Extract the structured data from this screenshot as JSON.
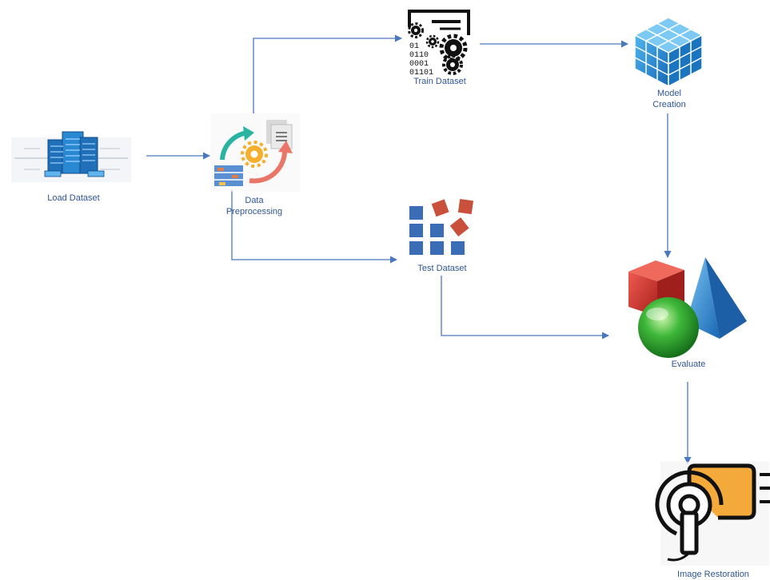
{
  "nodes": {
    "load_dataset": {
      "label": "Load Dataset"
    },
    "data_preprocessing": {
      "label": "Data\nPreprocessing"
    },
    "train_dataset": {
      "label": "Train Dataset",
      "binary_lines": [
        "01",
        "0110",
        "0001",
        "01101"
      ]
    },
    "test_dataset": {
      "label": "Test Dataset"
    },
    "model_creation": {
      "label": "Model\nCreation"
    },
    "evaluate": {
      "label": "Evaluate"
    },
    "image_restoration": {
      "label": "Image Restoration"
    }
  },
  "colors": {
    "arrow": "#4a78bf",
    "label": "#2f5597",
    "cube_blue": "#1f8fd6",
    "test_blue": "#3a6db5",
    "test_red": "#c9503a",
    "red_cube": "#d0312d",
    "green_sphere": "#2fa32f",
    "orange": "#f4a93b"
  }
}
